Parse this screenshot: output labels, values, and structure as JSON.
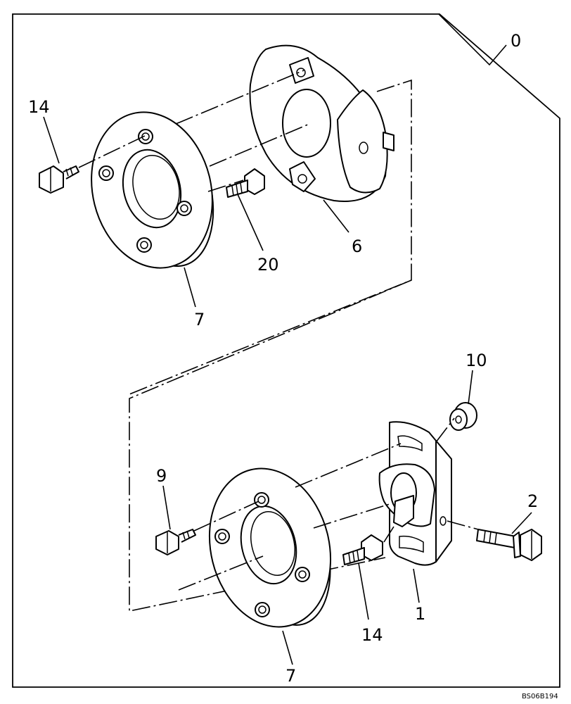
{
  "callouts": {
    "c0": "0",
    "c14_top": "14",
    "c6": "6",
    "c20": "20",
    "c7_top": "7",
    "c10": "10",
    "c9": "9",
    "c2": "2",
    "c1": "1",
    "c14_bottom": "14",
    "c7_bottom": "7"
  },
  "drawing_code": "BS06B194"
}
